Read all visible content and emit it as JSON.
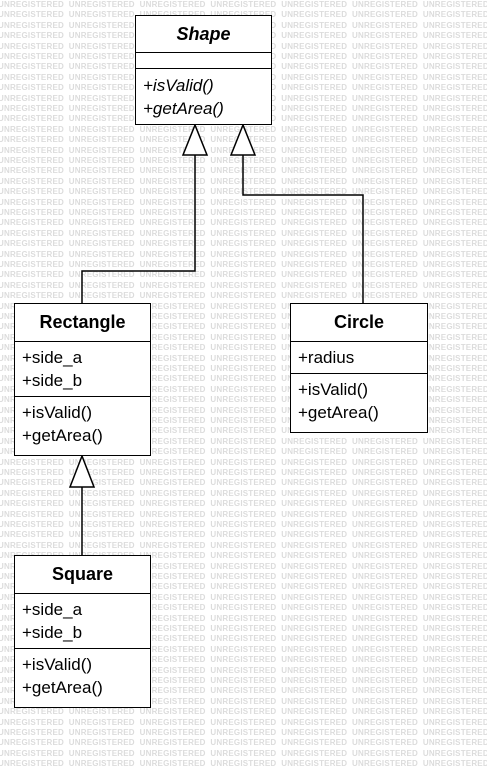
{
  "watermark": {
    "text": "UNREGISTERED"
  },
  "classes": {
    "shape": {
      "name": "Shape",
      "abstract": true,
      "attributes": [],
      "operations": [
        "+isValid()",
        "+getArea()"
      ]
    },
    "rectangle": {
      "name": "Rectangle",
      "attributes": [
        "+side_a",
        "+side_b"
      ],
      "operations": [
        "+isValid()",
        "+getArea()"
      ]
    },
    "circle": {
      "name": "Circle",
      "attributes": [
        "+radius"
      ],
      "operations": [
        "+isValid()",
        "+getArea()"
      ]
    },
    "square": {
      "name": "Square",
      "attributes": [
        "+side_a",
        "+side_b"
      ],
      "operations": [
        "+isValid()",
        "+getArea()"
      ]
    }
  },
  "relations": [
    {
      "type": "generalization",
      "from": "Rectangle",
      "to": "Shape"
    },
    {
      "type": "generalization",
      "from": "Circle",
      "to": "Shape"
    },
    {
      "type": "generalization",
      "from": "Square",
      "to": "Rectangle"
    }
  ],
  "colors": {
    "line": "#000000",
    "watermark": "#dcdcdc",
    "background": "#ffffff"
  }
}
